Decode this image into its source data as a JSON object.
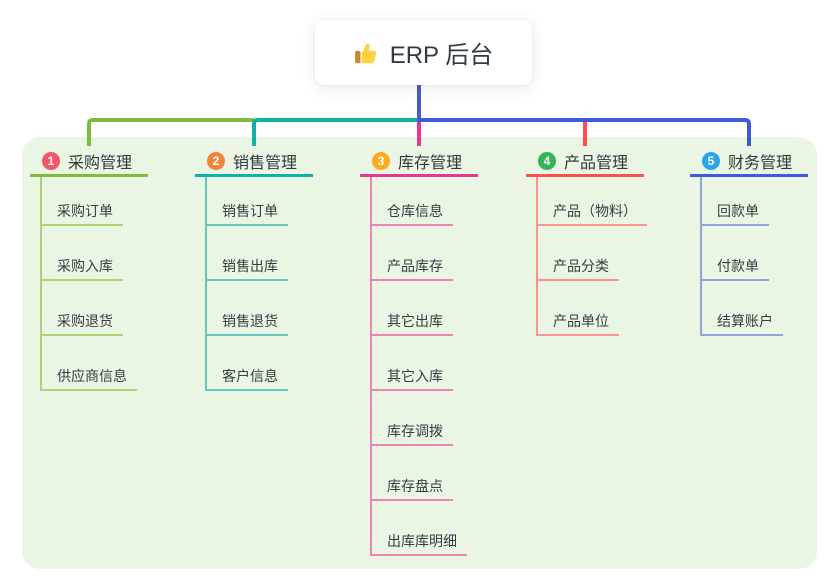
{
  "root": {
    "icon": "thumbs-up",
    "label": "ERP 后台"
  },
  "branches": [
    {
      "badge": "1",
      "label": "采购管理",
      "badge_color": "#f2566a",
      "line_color": "#7fbc3e",
      "child_color": "#a9d477",
      "children": [
        "采购订单",
        "采购入库",
        "采购退货",
        "供应商信息"
      ]
    },
    {
      "badge": "2",
      "label": "销售管理",
      "badge_color": "#f0853f",
      "line_color": "#10b2a7",
      "child_color": "#5ecac1",
      "children": [
        "销售订单",
        "销售出库",
        "销售退货",
        "客户信息"
      ]
    },
    {
      "badge": "3",
      "label": "库存管理",
      "badge_color": "#fbab1d",
      "line_color": "#e23a92",
      "child_color": "#ee82b7",
      "children": [
        "仓库信息",
        "产品库存",
        "其它出库",
        "其它入库",
        "库存调拨",
        "库存盘点",
        "出库库明细"
      ]
    },
    {
      "badge": "4",
      "label": "产品管理",
      "badge_color": "#33b457",
      "line_color": "#fb4f4f",
      "child_color": "#fc938f",
      "children": [
        "产品（物料）",
        "产品分类",
        "产品单位"
      ]
    },
    {
      "badge": "5",
      "label": "财务管理",
      "badge_color": "#2ba5ea",
      "line_color": "#3d5bd9",
      "child_color": "#91a4dd",
      "children": [
        "回款单",
        "付款单",
        "结算账户"
      ]
    }
  ],
  "colors": {
    "canvas": "#ffffff",
    "panel_background": "#eaf6e3",
    "root_connector": "#4a58d0",
    "text": "#33383f"
  }
}
